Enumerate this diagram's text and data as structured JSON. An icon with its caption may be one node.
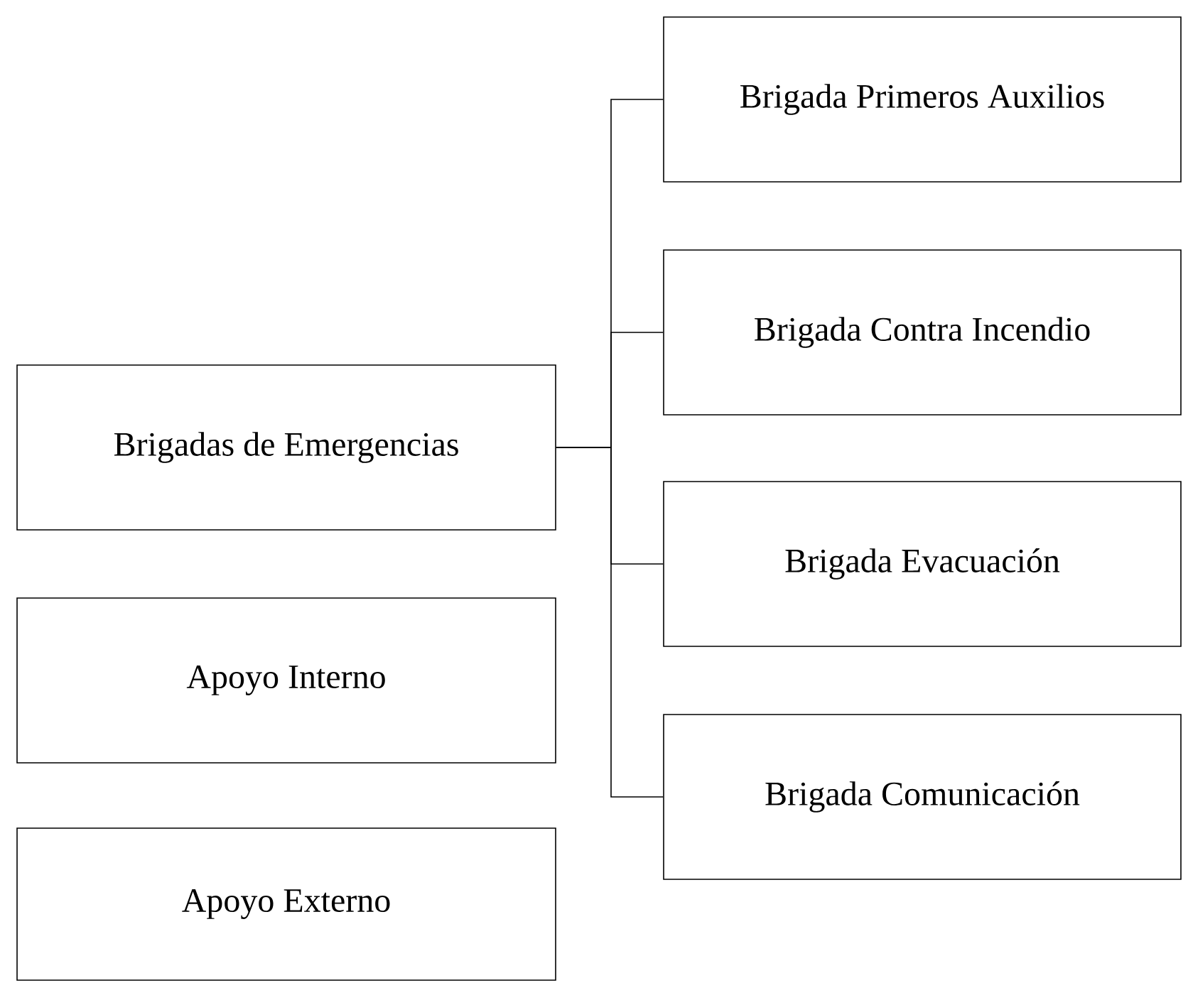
{
  "diagram": {
    "nodes": [
      {
        "text": [
          "Brigadas de Emergencias"
        ]
      },
      {
        "text": [
          "Apoyo Interno"
        ]
      },
      {
        "text": [
          "Apoyo Externo"
        ]
      },
      {
        "text": [
          "Brigada Primeros Auxilios"
        ]
      },
      {
        "text": [
          "Brigada Contra Incendio"
        ]
      },
      {
        "text": [
          "Brigada Evacuación"
        ]
      },
      {
        "text": [
          "Brigada Comunicación"
        ]
      }
    ],
    "edges": [
      {
        "from": 0,
        "to": 3,
        "arrow": "none"
      },
      {
        "from": 0,
        "to": 4,
        "arrow": "none"
      },
      {
        "from": 0,
        "to": 5,
        "arrow": "none"
      },
      {
        "from": 0,
        "to": 6,
        "arrow": "none"
      }
    ]
  }
}
